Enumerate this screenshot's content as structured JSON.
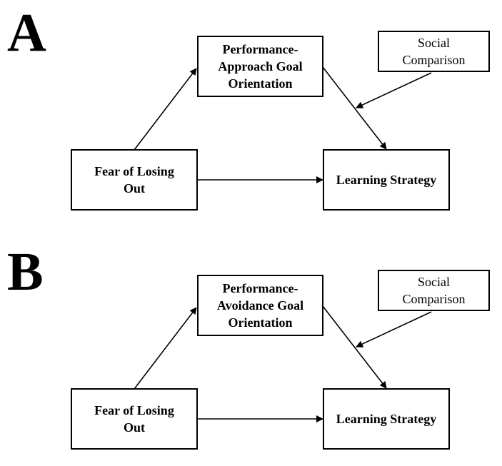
{
  "panels": [
    {
      "letter": "A",
      "mediator": "Performance-\nApproach Goal\nOrientation",
      "predictor": "Fear of Losing\nOut",
      "outcome": "Learning Strategy",
      "moderator": "Social\nComparison"
    },
    {
      "letter": "B",
      "mediator": "Performance-\nAvoidance Goal\nOrientation",
      "predictor": "Fear of Losing\nOut",
      "outcome": "Learning Strategy",
      "moderator": "Social\nComparison"
    }
  ]
}
